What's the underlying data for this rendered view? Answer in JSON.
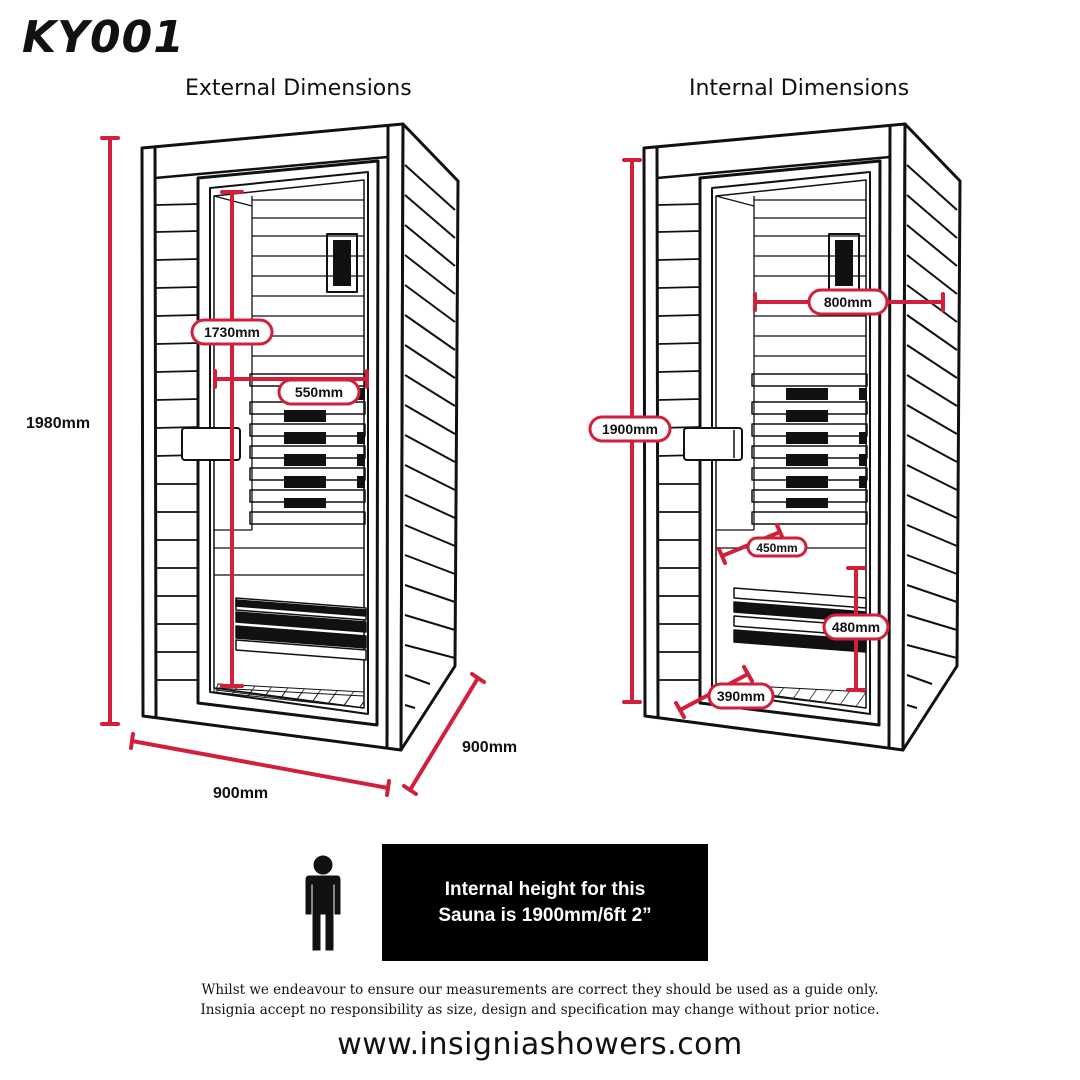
{
  "model": "KY001",
  "external": {
    "title": "External Dimensions",
    "height": "1980mm",
    "width": "900mm",
    "depth": "900mm",
    "door_height": "1730mm",
    "door_width": "550mm"
  },
  "internal": {
    "title": "Internal Dimensions",
    "height": "1900mm",
    "width": "800mm",
    "bench_depth": "450mm",
    "bench_height": "480mm",
    "floor_depth": "390mm"
  },
  "info_box": {
    "line1": "Internal height for this",
    "line2": "Sauna is 1900mm/6ft 2”"
  },
  "disclaimer": {
    "line1": "Whilst we endeavour to ensure our measurements are correct they should be used as a guide only.",
    "line2": "Insignia accept no responsibility as size, design and specification may change without prior notice."
  },
  "website": "www.insigniashowers.com",
  "colors": {
    "dimension_red": "#d21f3c",
    "outline": "#111111",
    "box_bg": "#000000"
  },
  "icons": [
    "person-icon"
  ]
}
